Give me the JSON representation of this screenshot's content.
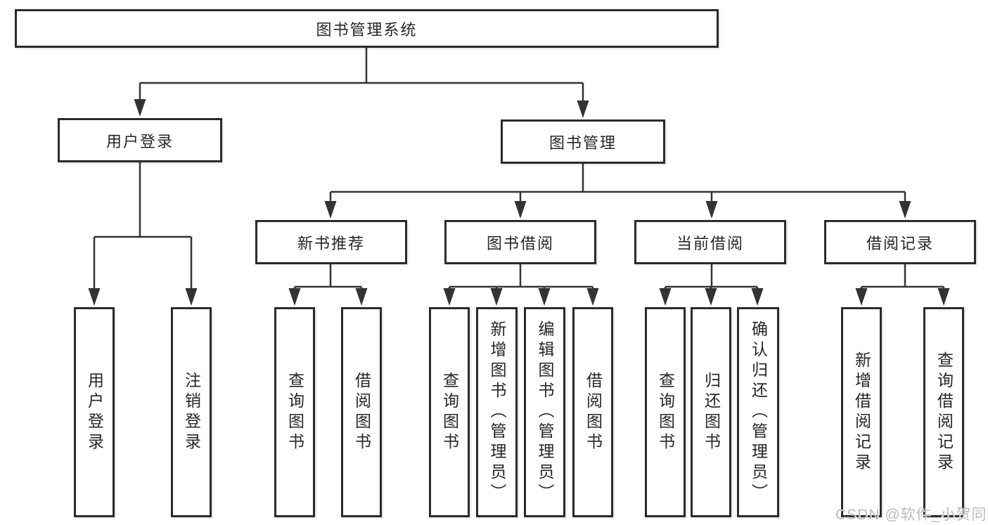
{
  "tree": {
    "root": {
      "label": "图书管理系统"
    },
    "user_login": {
      "label": "用户登录",
      "leaves": [
        {
          "label": "用户登录"
        },
        {
          "label": "注销登录"
        }
      ]
    },
    "book_management": {
      "label": "图书管理",
      "modules": [
        {
          "label": "新书推荐",
          "leaves": [
            {
              "label": "查询图书"
            },
            {
              "label": "借阅图书"
            }
          ]
        },
        {
          "label": "图书借阅",
          "leaves": [
            {
              "label": "查询图书"
            },
            {
              "label": "新增图书（管理员）"
            },
            {
              "label": "编辑图书（管理员）"
            },
            {
              "label": "借阅图书"
            }
          ]
        },
        {
          "label": "当前借阅",
          "leaves": [
            {
              "label": "查询图书"
            },
            {
              "label": "归还图书"
            },
            {
              "label": "确认归还（管理员）"
            }
          ]
        },
        {
          "label": "借阅记录",
          "leaves": [
            {
              "label": "新增借阅记录"
            },
            {
              "label": "查询借阅记录"
            }
          ]
        }
      ]
    }
  },
  "watermark": "CSDN @软件_小贺同学",
  "colors": {
    "line": "#333333",
    "box_border": "#2b2b2b",
    "text": "#262626",
    "watermark": "#bcbcbc",
    "background": "#ffffff"
  }
}
